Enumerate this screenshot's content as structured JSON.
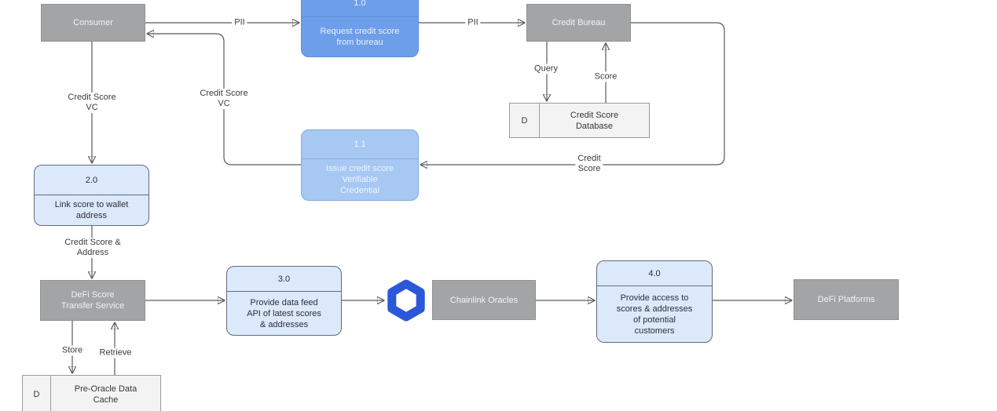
{
  "colors": {
    "entity_fill": "#a2a4a6",
    "entity_border": "#8f9193",
    "entity_text": "#f2f3f4",
    "process1_fill": "#6d9eea",
    "process1_border": "#5b8dde",
    "process1_text": "#eaf1fc",
    "process2_fill": "#a7c8f3",
    "process2_border": "#83abdf",
    "process2_text": "#eef4fd",
    "light_fill": "#dbe9fb",
    "light_border": "#5f6c79",
    "light_text": "#2e2e38",
    "store_fill": "#f3f3f3",
    "store_border": "#9b9b9b",
    "store_text": "#373737",
    "line": "#5a5a5a",
    "arrow": "#2f2f2f",
    "label_text": "#3c3c3c",
    "chainlink_blue": "#2b58d9"
  },
  "nodes": {
    "consumer": {
      "label": "Consumer"
    },
    "process_1_0": {
      "id": "1.0",
      "lines": [
        "Request credit score",
        "from bureau"
      ]
    },
    "credit_bureau": {
      "label": "Credit Bureau"
    },
    "credit_score_database": {
      "prefix": "D",
      "lines": [
        "Credit Score",
        "Database"
      ]
    },
    "process_1_1": {
      "id": "1.1",
      "lines": [
        "Issue credit score",
        "Verifiable",
        "Credential"
      ]
    },
    "process_2_0": {
      "id": "2.0",
      "lines": [
        "Link score to wallet",
        "address"
      ]
    },
    "defi_score_transfer_service": {
      "lines": [
        "DeFi Score",
        "Transfer Service"
      ]
    },
    "process_3_0": {
      "id": "3.0",
      "lines": [
        "Provide data feed",
        "API of latest scores",
        "& addresses"
      ]
    },
    "chainlink_oracles": {
      "label": "Chainlink Oracles"
    },
    "process_4_0": {
      "id": "4.0",
      "lines": [
        "Provide access to",
        "scores & addresses",
        "of potential",
        "customers"
      ]
    },
    "defi_platforms": {
      "label": "DeFi Platforms"
    },
    "pre_oracle_data_cache": {
      "prefix": "D",
      "lines": [
        "Pre-Oracle Data",
        "Cache"
      ]
    }
  },
  "edges": {
    "pii_consumer_to_p10": "PII",
    "pii_p10_to_bureau": "PII",
    "query": "Query",
    "score": "Score",
    "credit_score": [
      "Credit",
      "Score"
    ],
    "credit_score_vc_return": [
      "Credit Score",
      "VC"
    ],
    "credit_score_vc_down": [
      "Credit Score",
      "VC"
    ],
    "credit_score_address": [
      "Credit Score &",
      "Address"
    ],
    "store": "Store",
    "retrieve": "Retrieve"
  },
  "icons": {
    "chainlink_logo": "chainlink-hexagon"
  }
}
